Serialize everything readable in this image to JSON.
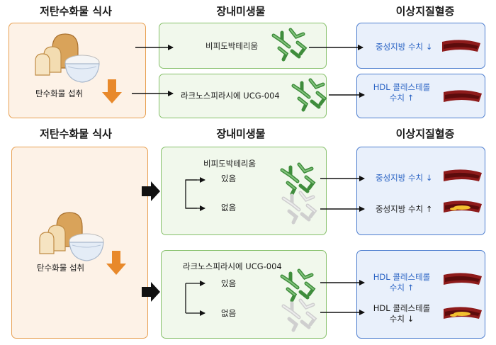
{
  "headings": {
    "diet": "저탄수화물 식사",
    "microbe": "장내미생물",
    "disease": "이상지질혈증"
  },
  "top": {
    "diet_label": "탄수화물 섭취",
    "microbe_1": "비피도박테리움",
    "microbe_2": "라크노스피라시에 UCG-004",
    "outcome_1": "중성지방 수치 ↓",
    "outcome_2_line1": "HDL 콜레스테롤",
    "outcome_2_line2": "수치 ↑"
  },
  "bottom": {
    "diet_label": "탄수화물 섭취",
    "group_1": {
      "microbe": "비피도박테리움",
      "present": "있음",
      "absent": "없음",
      "outcome_present": "중성지방 수치 ↓",
      "outcome_absent": "중성지방 수치 ↑"
    },
    "group_2": {
      "microbe": "라크노스피라시에 UCG-004",
      "present": "있음",
      "absent": "없음",
      "outcome_present_line1": "HDL 콜레스테롤",
      "outcome_present_line2": "수치 ↑",
      "outcome_absent_line1": "HDL 콜레스테롤",
      "outcome_absent_line2": "수치 ↓"
    }
  },
  "colors": {
    "diet_border": "#e8a052",
    "microbe_border": "#86c06a",
    "disease_border": "#4f7fcf",
    "down_arrow": "#e8892b",
    "highlight_text": "#2a63c4",
    "bacteria_present": "#4f9b4a",
    "bacteria_absent": "#d3d3d3",
    "vessel": "#8e1b1b"
  },
  "icons": [
    "bread-rice-icon",
    "down-arrow-icon",
    "bacteria-icon",
    "blood-vessel-icon",
    "plaque-vessel-icon"
  ]
}
